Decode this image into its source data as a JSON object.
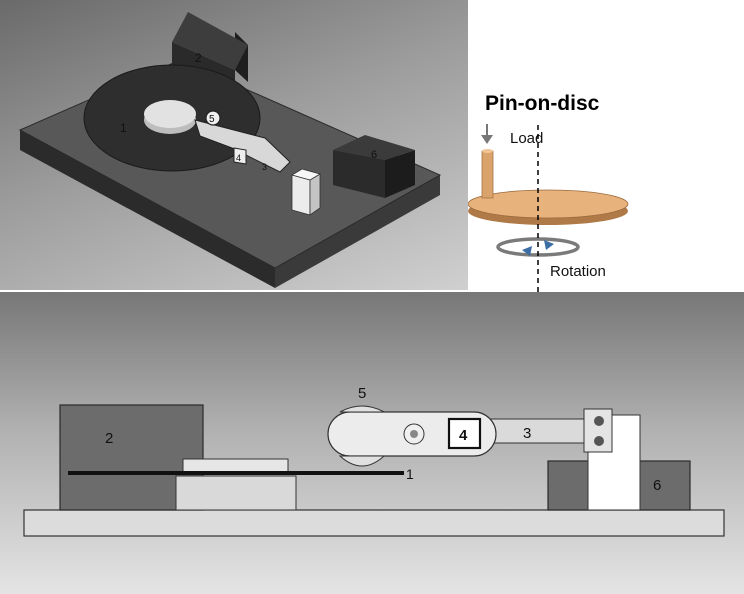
{
  "iso_view": {
    "labels": {
      "disc": "1",
      "box_back": "2",
      "arm": "3",
      "sensor": "4",
      "pin": "5",
      "box_right": "6"
    }
  },
  "schematic": {
    "title": "Pin-on-disc",
    "load_label": "Load",
    "rotation_label": "Rotation"
  },
  "side_view": {
    "labels": {
      "disc": "1",
      "box_left": "2",
      "arm": "3",
      "sensor": "4",
      "pin": "5",
      "box_right": "6"
    }
  },
  "colors": {
    "base_dark": "#4a4a4a",
    "disc_dark": "#2e2e2e",
    "box_dark": "#333333",
    "pin_orange": "#d9a36b",
    "disc_orange": "#e8b27c",
    "arrow_blue": "#3a6ea5",
    "arrow_gray": "#808080"
  }
}
